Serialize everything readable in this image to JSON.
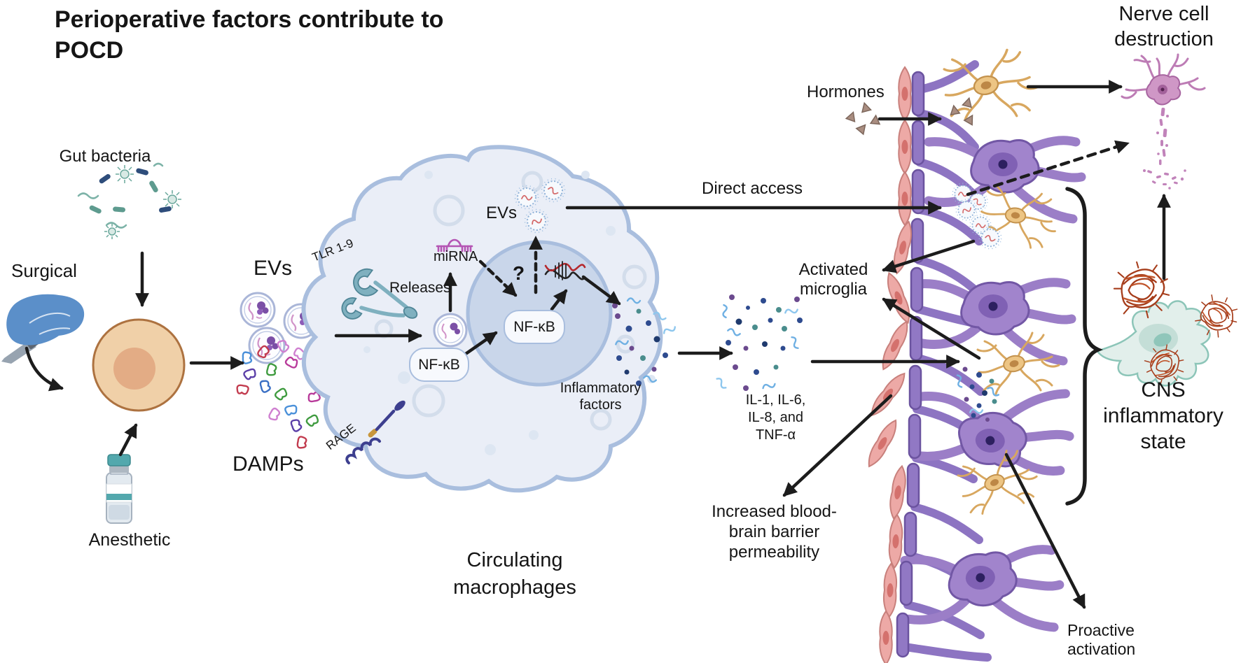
{
  "title": "Perioperative factors contribute to POCD",
  "labels": {
    "gut_bacteria": "Gut bacteria",
    "surgical": "Surgical",
    "anesthetic": "Anesthetic",
    "evs": "EVs",
    "tlr": "TLR 1-9",
    "rage": "RAGE",
    "damps": "DAMPs",
    "releases": "Releases",
    "mirna": "miRNA",
    "nfkb_cytoplasm": "NF-κB",
    "nfkb_nucleus": "NF-κB",
    "question_mark": "?",
    "evs_released": "EVs",
    "inflammatory_factors": "Inflammatory\nfactors",
    "circulating_macrophages": "Circulating\nmacrophages",
    "cytokines": "IL-1, IL-6,\nIL-8, and\nTNF-α",
    "direct_access": "Direct access",
    "hormones": "Hormones",
    "activated_microglia": "Activated\nmicroglia",
    "increased_bbb_permeability": "Increased blood-\nbrain barrier\npermeability",
    "nerve_cell_destruction": "Nerve cell\ndestruction",
    "cns_inflammatory_state": "CNS\ninflammatory\nstate",
    "proactive_activation": "Proactive\nactivation"
  },
  "icons": [
    "gut-bacteria-icon",
    "surgical-hand-icon",
    "anesthetic-vial-icon",
    "cell-icon",
    "ev-vesicles-icon",
    "damps-icon",
    "tlr-receptor-icon",
    "rage-receptor-icon",
    "macrophage-icon",
    "macrophage-nucleus",
    "mirna-icon",
    "dna-icon",
    "released-evs-icon",
    "inflammatory-factors-icon",
    "cytokines-icon",
    "blood-vessel-wall-icon",
    "astrocyte-endfeet-icon",
    "neuron-icon",
    "microglia-icon",
    "hormone-triangles-icon",
    "degenerating-neuron-icon",
    "reactive-astrocyte-icon",
    "amyloid-plaque-icon",
    "brace",
    "arrow"
  ],
  "colors": {
    "arrow_black": "#1c1c1c",
    "macrophage_fill": "#eaeef7",
    "macrophage_stroke": "#a9bede",
    "macrophage_nucleus": "#c9d6ea",
    "neuron_purple": "#a184cc",
    "neuron_outline": "#7257a5",
    "microglia_tan": "#edc584",
    "microglia_outline": "#c3924d",
    "endothelial_pink": "#eda9a6",
    "endothelial_outline": "#c8807c",
    "vessel_column_purple": "#9178c4",
    "astrocyte_green_fill": "#e2efeb",
    "astrocyte_green_stroke": "#8cc5b8",
    "amyloid_rust": "#a63d1b",
    "ev_ring": "#aab6d8",
    "ev_cargo_purple": "#7b4fa6",
    "ev_speckled_blue": "#8fb2d8",
    "tlr_teal": "#7fb0bf",
    "rage_navy": "#3d3f8f",
    "rage_gold": "#c8963c",
    "mirna_magenta": "#b455b4",
    "dna_red": "#b5282d",
    "hormone_brown": "#a98d80",
    "cell_tan": "#f0d0a8",
    "anesthetic_teal": "#53a8ad",
    "degenerating_neuron_pink": "#cf97c6"
  }
}
